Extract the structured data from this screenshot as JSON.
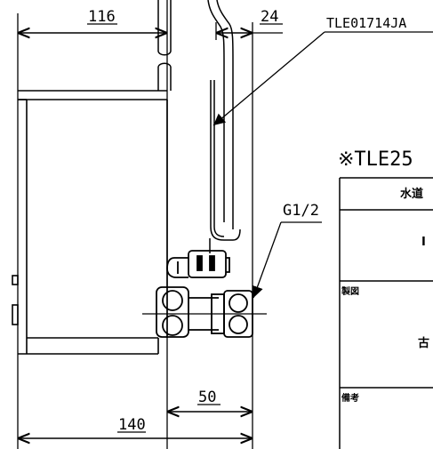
{
  "dimensions": {
    "top_width": "116",
    "right_depth": "24",
    "bottom_width": "140",
    "offset": "50"
  },
  "labels": {
    "part_number": "TLE01714JA",
    "thread": "G1/2",
    "note_header": "※TLE25"
  },
  "table": {
    "row1": "水道",
    "row2": "I",
    "row3_small": "製図",
    "row4": "古",
    "row5_small": "備考"
  }
}
